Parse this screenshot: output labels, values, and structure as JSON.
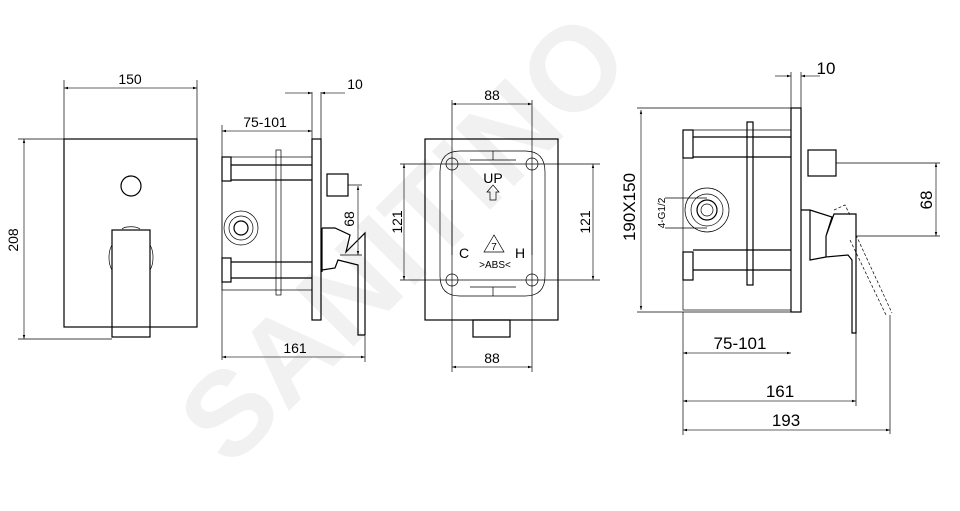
{
  "watermark": "SANITINO",
  "front_view": {
    "width": "150",
    "height": "208"
  },
  "side_view": {
    "plate": "10",
    "depth": "75-101",
    "spout_offset": "68",
    "total": "161"
  },
  "back_view": {
    "top_spacing": "88",
    "bottom_spacing": "88",
    "left_spacing": "121",
    "right_spacing": "121",
    "up_label": "UP",
    "cold_label": "C",
    "hot_label": "H",
    "material_label": ">ABS<",
    "recycle_code": "7"
  },
  "detail_side_view": {
    "plate": "10",
    "plate_size": "190X150",
    "connection": "4-G1/2",
    "spout_offset": "68",
    "depth": "75-101",
    "handle_depth": "161",
    "total": "193"
  }
}
